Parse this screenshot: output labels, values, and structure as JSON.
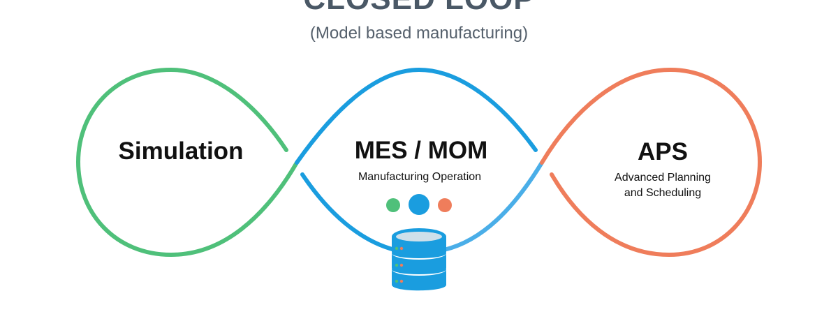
{
  "header": {
    "title": "CLOSED LOOP",
    "subtitle": "(Model based manufacturing)"
  },
  "nodes": {
    "simulation": {
      "title": "Simulation",
      "color": "#4fc07a"
    },
    "mes": {
      "title": "MES / MOM",
      "subtitle": "Manufacturing Operation",
      "color": "#1a9ddf"
    },
    "aps": {
      "title": "APS",
      "subtitle_line1": "Advanced Planning",
      "subtitle_line2": "and Scheduling",
      "color": "#ef7d5b"
    }
  },
  "colors": {
    "green": "#4fc07a",
    "blue": "#1a9ddf",
    "light_blue": "#4aaee8",
    "orange": "#ef7d5b",
    "database": "#1a9ddf"
  },
  "icons": [
    "database-icon",
    "green-dot-icon",
    "blue-dot-icon",
    "orange-dot-icon"
  ]
}
